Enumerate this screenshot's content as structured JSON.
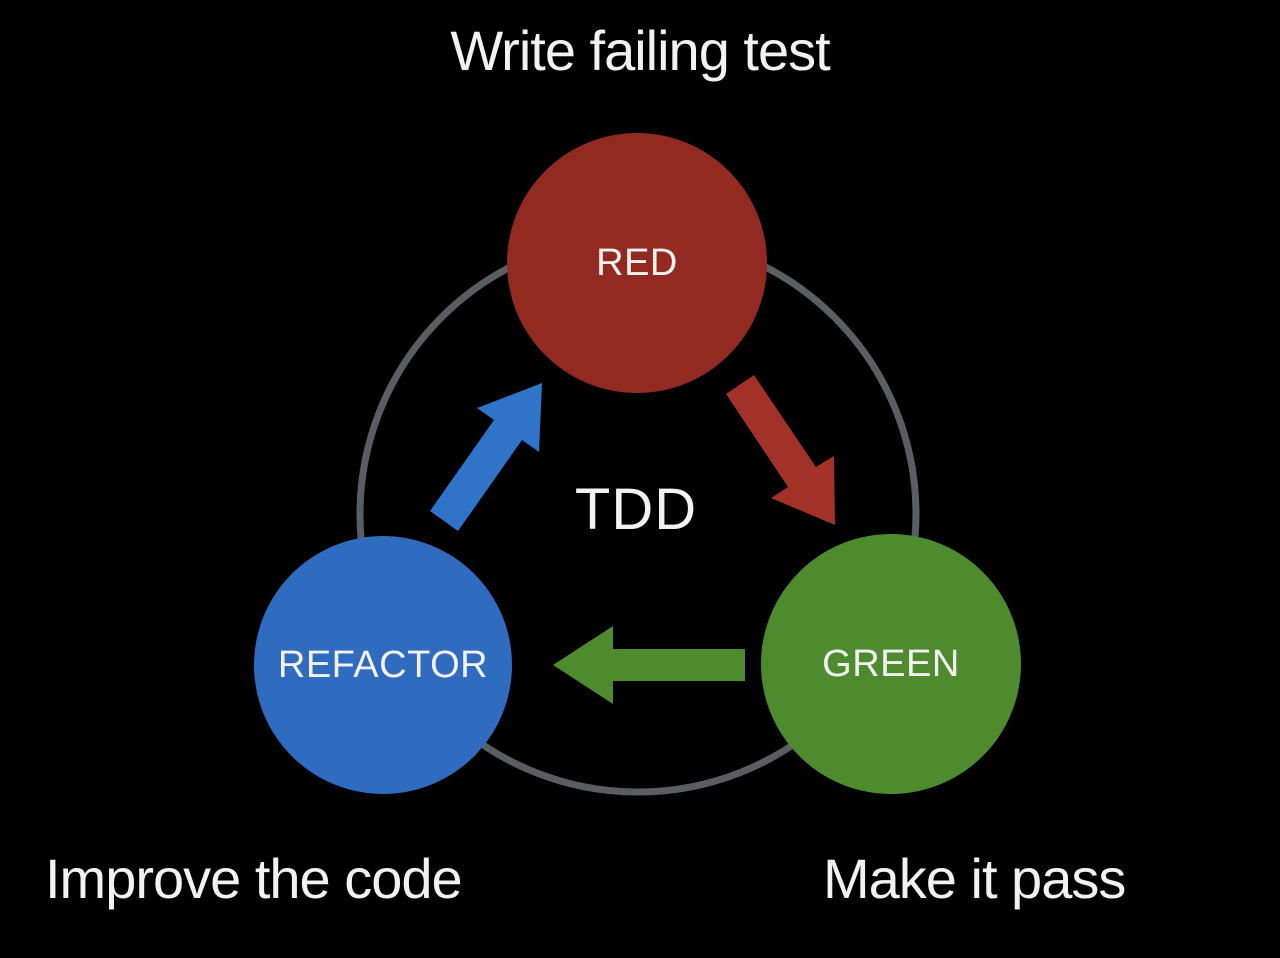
{
  "background_color": "#000000",
  "text_color": "#f2f2f2",
  "ring_color": "#5a5e63",
  "center_label": "TDD",
  "captions": {
    "top": "Write failing test",
    "bottom_left": "Improve the code",
    "bottom_right": "Make it pass"
  },
  "nodes": {
    "red": {
      "label": "RED",
      "color": "#922a22"
    },
    "green": {
      "label": "GREEN",
      "color": "#4e8b2e"
    },
    "refactor": {
      "label": "REFACTOR",
      "color": "#2f6bbe"
    }
  },
  "arrows": {
    "red_to_green": {
      "from": "RED",
      "to": "GREEN",
      "color": "#a23228"
    },
    "green_to_refactor": {
      "from": "GREEN",
      "to": "REFACTOR",
      "color": "#4e8b2e"
    },
    "refactor_to_red": {
      "from": "REFACTOR",
      "to": "RED",
      "color": "#2f74c9"
    }
  }
}
